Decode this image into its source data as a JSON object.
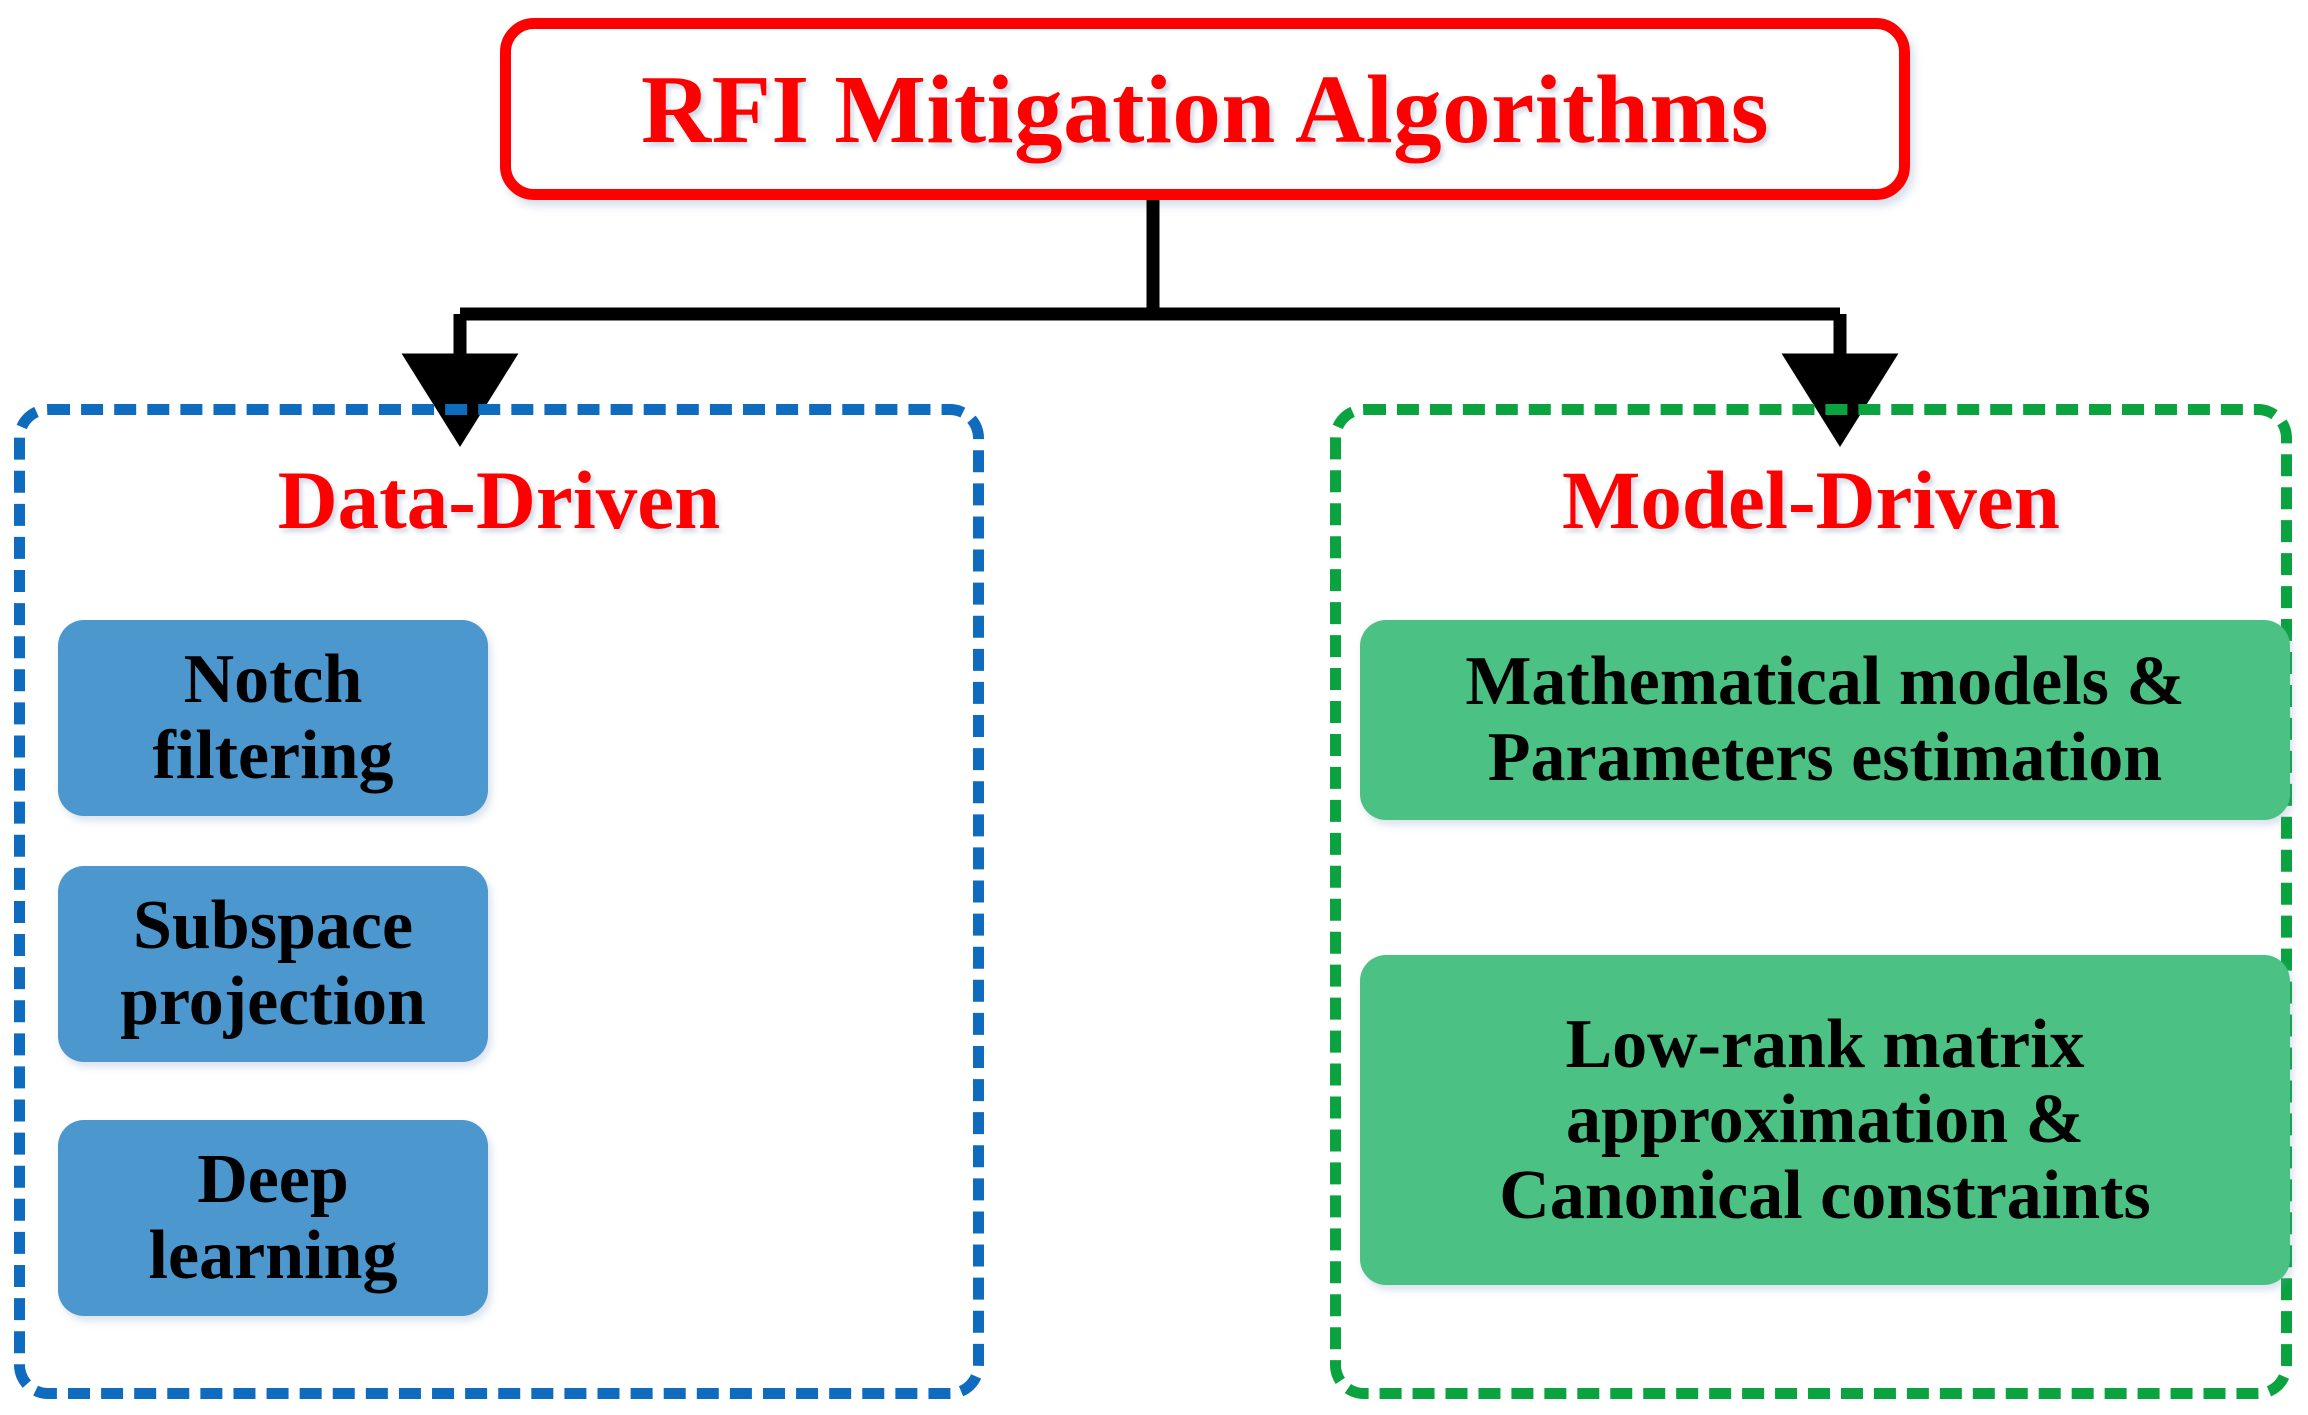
{
  "diagram": {
    "title": "RFI Mitigation Algorithms",
    "title_color": "#FF0000",
    "background": "#FFFFFF",
    "branches": [
      {
        "id": "data-driven",
        "heading": "Data-Driven",
        "heading_color": "#FF0000",
        "border_color": "#0F6BBD",
        "border_style": "dashed",
        "chip_color": "#4B97CE",
        "items": [
          {
            "lines": [
              "Notch filtering"
            ]
          },
          {
            "lines": [
              "Subspace projection"
            ]
          },
          {
            "lines": [
              "Deep learning"
            ]
          }
        ]
      },
      {
        "id": "model-driven",
        "heading": "Model-Driven",
        "heading_color": "#FF0000",
        "border_color": "#0AA33F",
        "border_style": "dashed",
        "chip_color": "#4BC183",
        "items": [
          {
            "lines": [
              "Mathematical models &",
              "Parameters  estimation"
            ]
          },
          {
            "lines": [
              "Low-rank matrix",
              "approximation &",
              "Canonical constraints"
            ]
          }
        ]
      }
    ],
    "connectors": {
      "color": "#000000",
      "arrow_count": 2,
      "style": "orthogonal-tree"
    }
  }
}
